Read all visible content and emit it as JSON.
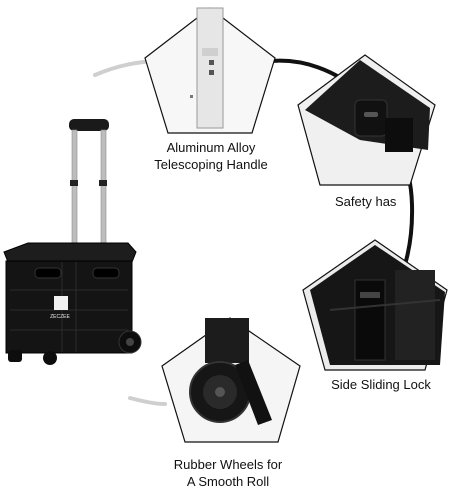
{
  "product": {
    "brand": "ZECZEE",
    "colors": {
      "body": "#1a1a1a",
      "handle": "#c8c8c8",
      "background": "#ffffff"
    }
  },
  "callouts": [
    {
      "id": "handle",
      "line1": "Aluminum Alloy",
      "line2": "Telescoping Handle"
    },
    {
      "id": "safety",
      "line1": "Safety has",
      "line2": ""
    },
    {
      "id": "lock",
      "line1": "Side Sliding Lock",
      "line2": ""
    },
    {
      "id": "wheels",
      "line1": "Rubber Wheels for",
      "line2": "A Smooth Roll"
    }
  ]
}
